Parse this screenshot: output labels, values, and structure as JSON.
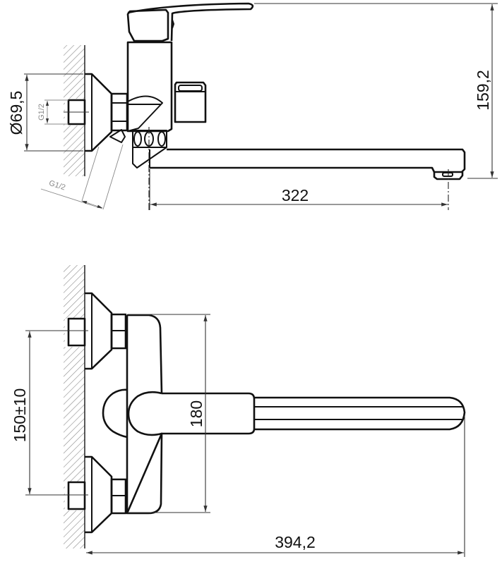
{
  "drawing": {
    "subject": "wall-mounted single-lever bath mixer with long swivel spout",
    "units": "mm",
    "colors": {
      "line": "#111111",
      "dimension": "#333333",
      "thread_label": "#888888",
      "background": "#ffffff"
    }
  },
  "side_view": {
    "name": "Side view",
    "dimensions": {
      "escutcheon_diameter": "Ø69,5",
      "wall_thread": "G1/2",
      "inlet_thread": "G1/2",
      "spout_reach": "322",
      "overall_height": "159,2"
    }
  },
  "top_view": {
    "name": "Top view",
    "dimensions": {
      "inlet_spacing": "150±10",
      "body_width": "180",
      "overall_length": "394,2"
    }
  }
}
